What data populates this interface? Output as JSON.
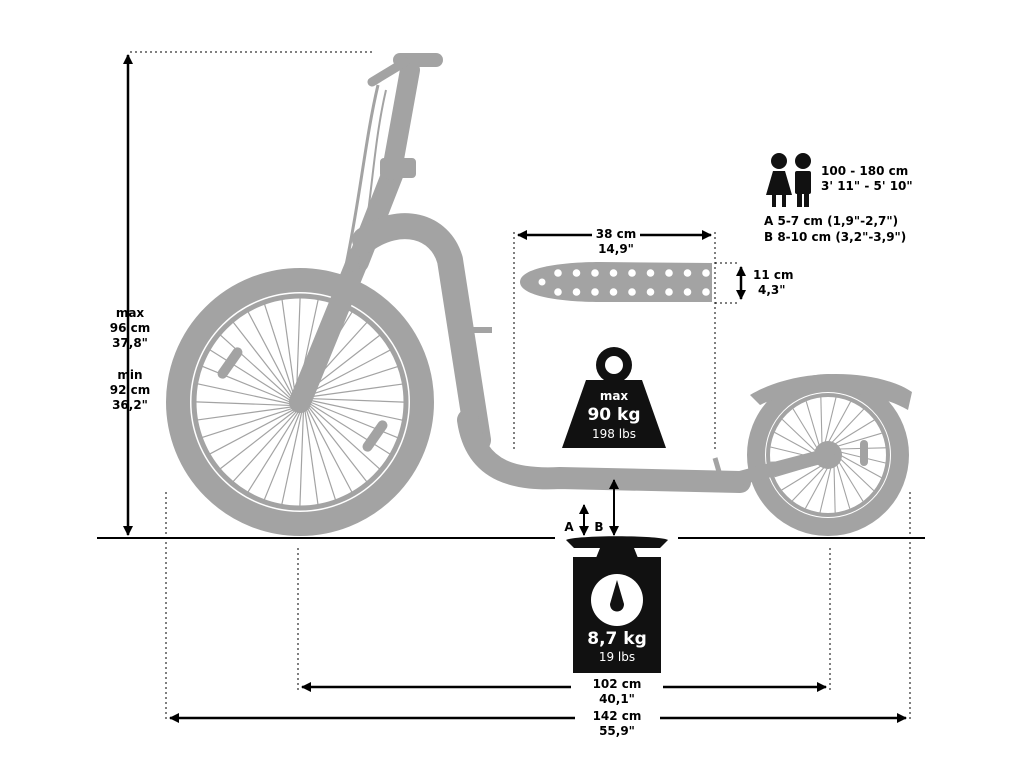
{
  "height": {
    "max_label": "max",
    "max_cm": "96 cm",
    "max_in": "37,8\"",
    "min_label": "min",
    "min_cm": "92 cm",
    "min_in": "36,2\""
  },
  "rider": {
    "height_cm": "100 - 180 cm",
    "height_in": "3' 11\" - 5' 10\""
  },
  "clearance": {
    "a_label": "A",
    "b_label": "B",
    "a_text": "A 5-7 cm (1,9\"-2,7\")",
    "b_text": "B 8-10 cm (3,2\"-3,9\")"
  },
  "deck": {
    "length_cm": "38 cm",
    "length_in": "14,9\"",
    "width_cm": "11 cm",
    "width_in": "4,3\""
  },
  "max_load": {
    "label": "max",
    "kg": "90 kg",
    "lbs": "198 lbs"
  },
  "weight": {
    "kg": "8,7 kg",
    "lbs": "19 lbs"
  },
  "wheelbase": {
    "cm": "102 cm",
    "in": "40,1\""
  },
  "overall_length": {
    "cm": "142 cm",
    "in": "55,9\""
  },
  "colors": {
    "scooter": "#a3a3a3",
    "ink": "#000000",
    "dark": "#111111"
  }
}
